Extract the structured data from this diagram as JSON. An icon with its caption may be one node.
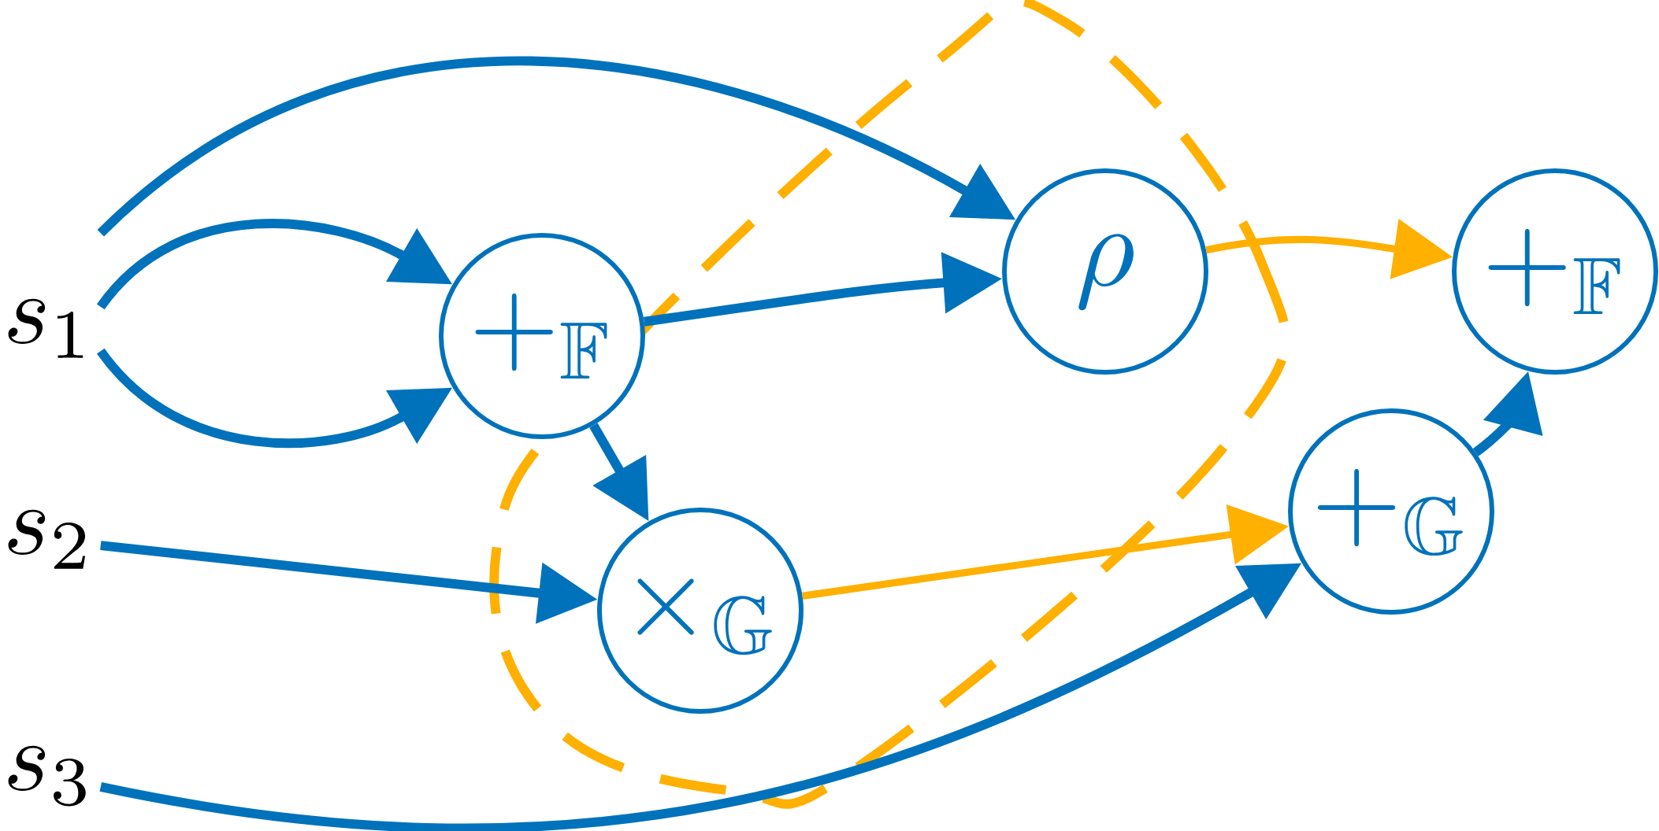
{
  "diagram": {
    "nodes": [
      {
        "text": [
          "s_1"
        ]
      },
      {
        "text": [
          "s_2"
        ]
      },
      {
        "text": [
          "s_3"
        ]
      },
      {
        "text": [
          "+_{\\mathbb{F}}"
        ]
      },
      {
        "text": [
          "\\rho"
        ]
      },
      {
        "text": [
          "+_{\\mathbb{F}}"
        ]
      },
      {
        "text": [
          "\\times_{\\mathbb{G}}"
        ]
      },
      {
        "text": [
          "+_{\\mathbb{G}}"
        ]
      }
    ],
    "edges": [
      {
        "from": 0,
        "to": 4,
        "arrow": "to"
      },
      {
        "from": 0,
        "to": 3,
        "arrow": "to"
      },
      {
        "from": 0,
        "to": 3,
        "arrow": "to"
      },
      {
        "from": 3,
        "to": 4,
        "arrow": "to"
      },
      {
        "from": 3,
        "to": 6,
        "arrow": "to"
      },
      {
        "from": 1,
        "to": 6,
        "arrow": "to"
      },
      {
        "from": 2,
        "to": 7,
        "arrow": "to"
      },
      {
        "from": 6,
        "to": 7,
        "arrow": "to",
        "color": "#ffb000"
      },
      {
        "from": 4,
        "to": 5,
        "arrow": "to",
        "color": "#ffb000"
      },
      {
        "from": 7,
        "to": 5,
        "arrow": "to"
      }
    ]
  }
}
